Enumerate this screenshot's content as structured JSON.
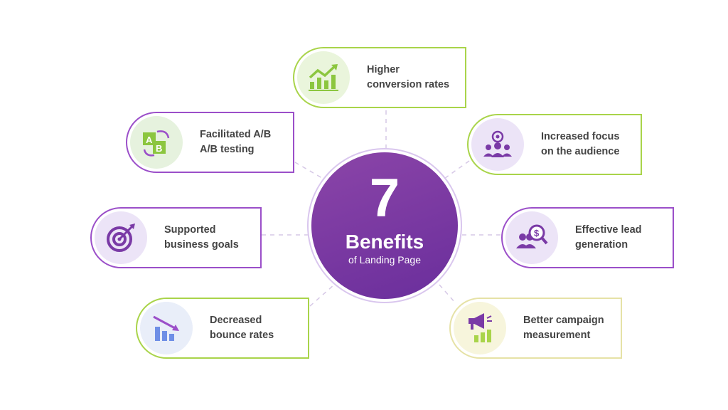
{
  "center": {
    "number": "7",
    "title": "Benefits",
    "subtitle": "of Landing Page"
  },
  "benefits": [
    {
      "line1": "Higher",
      "line2": "conversion rates",
      "icon": "growth-chart-icon"
    },
    {
      "line1": "Facilitated A/B",
      "line2": "A/B testing",
      "icon": "ab-test-icon"
    },
    {
      "line1": "Increased focus",
      "line2": "on the audience",
      "icon": "audience-target-icon"
    },
    {
      "line1": "Supported",
      "line2": "business goals",
      "icon": "target-icon"
    },
    {
      "line1": "Effective lead",
      "line2": "generation",
      "icon": "lead-search-icon"
    },
    {
      "line1": "Decreased",
      "line2": "bounce rates",
      "icon": "declining-chart-icon"
    },
    {
      "line1": "Better campaign",
      "line2": "measurement",
      "icon": "megaphone-icon"
    }
  ],
  "colors": {
    "purple": "#7a3aa6",
    "green": "#8cc63f",
    "border_purple": "#9b4fc9",
    "border_green": "#a9d44a"
  }
}
